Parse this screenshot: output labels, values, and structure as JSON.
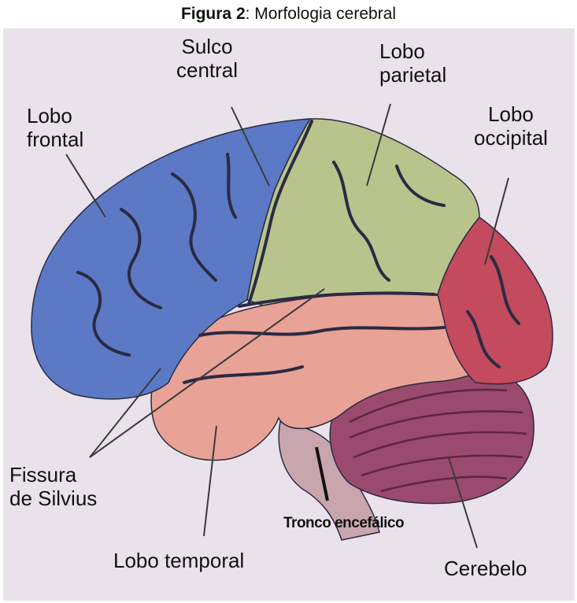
{
  "caption": {
    "prefix": "Figura 2",
    "rest": ": Morfologia cerebral"
  },
  "labels": {
    "sulco_central": [
      "Sulco",
      "central"
    ],
    "lobo_parietal": [
      "Lobo",
      "parietal"
    ],
    "lobo_frontal": [
      "Lobo",
      "frontal"
    ],
    "lobo_occipital": [
      "Lobo",
      "occipital"
    ],
    "fissura_silvius": [
      "Fissura",
      "de Silvius"
    ],
    "tronco_encefalico": "Tronco encefálico",
    "lobo_temporal": "Lobo temporal",
    "cerebelo": "Cerebelo"
  },
  "colors": {
    "background": "#e9e2ea",
    "frontal": "#5b79c4",
    "parietal": "#b8c48c",
    "occipital": "#c44a5e",
    "temporal": "#e8a296",
    "cerebelo": "#9a4a6c",
    "tronco": "#c9a6ae",
    "sulci": "#2b2a44"
  }
}
